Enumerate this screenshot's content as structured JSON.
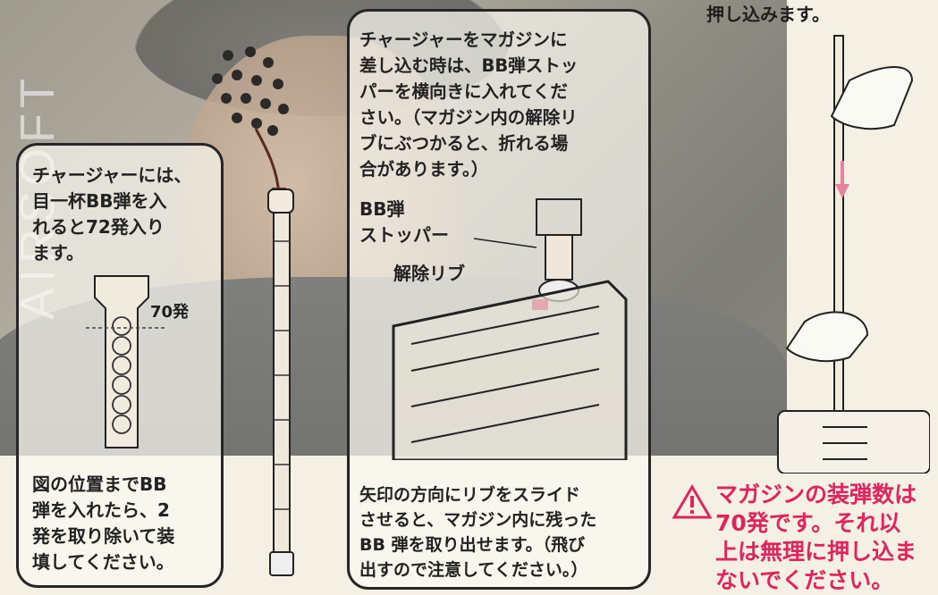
{
  "watermark": "AIRSOFT",
  "top_right_text": "押し込みます。",
  "left_note": "チャージャーには、\n目一杯BB弾を入\nれると72発入り\nます。",
  "rounds_label": "70発",
  "left_instruction": "図の位置までBB\n弾を入れたら、2\n発を取り除いて装\n填してください。",
  "center_note": "チャージャーをマガジンに\n差し込む時は、BB弾ストッ\nパーを横向きに入れてくだ\nさい。（マガジン内の解除リ\nブにぶつかると、折れる場\n合があります。）",
  "stopper_label": "BB弾\nストッパー",
  "release_rib_label": "解除リブ",
  "center_instruction": "矢印の方向にリブをスライド\nさせると、マガジン内に残った\nBB 弾を取り出せます。（飛び\n出すので注意してください。）",
  "warning_icon": "warning-triangle-icon",
  "warning_text": "マガジンの装弾数は\n70発です。それ以\n上は無理に押し込ま\nないでください。",
  "colors": {
    "accent": "#e0245e",
    "ink": "#222222"
  }
}
